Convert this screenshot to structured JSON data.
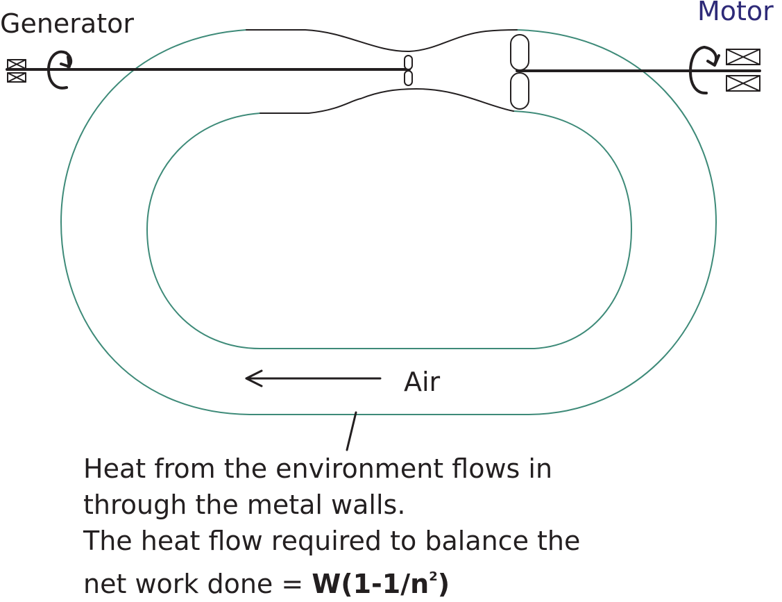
{
  "labels": {
    "generator": "Generator",
    "motor": "Motor",
    "air": "Air"
  },
  "caption": {
    "line1": "Heat from the environment flows in",
    "line2": "through the metal walls.",
    "line3": "The heat flow required to balance the",
    "line4_prefix": "net work done = ",
    "formula_main": "W(1-1/n",
    "formula_sup": "2",
    "formula_close": ")"
  },
  "colors": {
    "loop": "#3d8a78",
    "line": "#231f20",
    "motor_text": "#2e2a78"
  },
  "icons": {
    "generator_rotation": "circular-arrow-icon",
    "motor_rotation": "circular-arrow-icon",
    "bearing": "crossed-box-icon"
  }
}
